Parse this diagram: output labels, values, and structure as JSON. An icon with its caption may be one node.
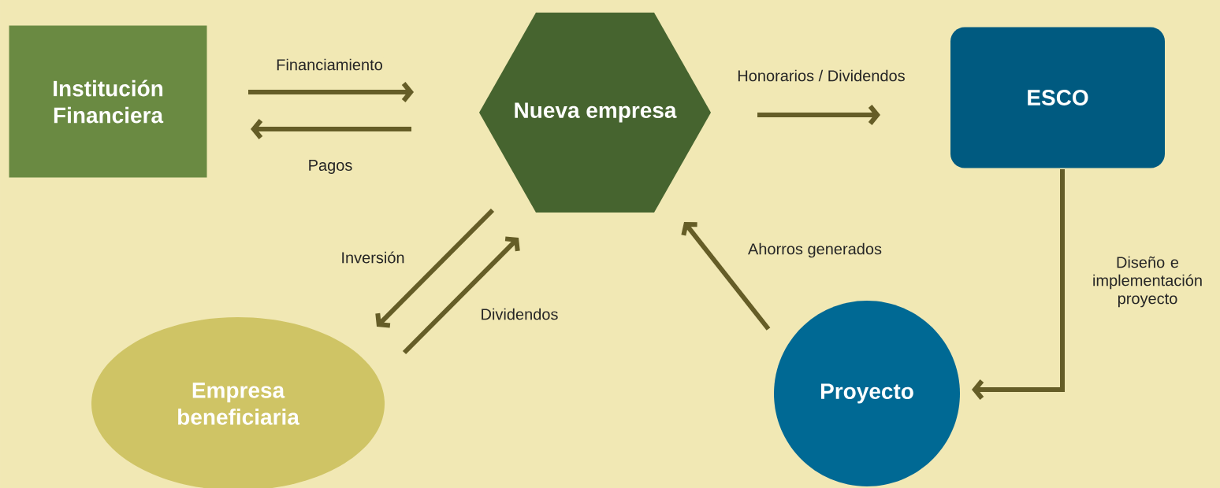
{
  "diagram": {
    "nodes": [
      {
        "text": [
          "Institución Financiera"
        ]
      },
      {
        "text": [
          "Nueva empresa"
        ]
      },
      {
        "text": [
          "ESCO"
        ]
      },
      {
        "text": [
          "Empresa beneficiaria"
        ]
      },
      {
        "text": [
          "Proyecto"
        ]
      }
    ],
    "edges": [
      {
        "from": 0,
        "to": 1,
        "arrow": "to",
        "label": "Financiamiento"
      },
      {
        "from": 1,
        "to": 0,
        "arrow": "to",
        "label": "Pagos"
      },
      {
        "from": 1,
        "to": 2,
        "arrow": "to",
        "label": "Honorarios / Dividendos"
      },
      {
        "from": 1,
        "to": 3,
        "arrow": "to",
        "label": "Inversión"
      },
      {
        "from": 3,
        "to": 1,
        "arrow": "to",
        "label": "Dividendos"
      },
      {
        "from": 2,
        "to": 4,
        "arrow": "to",
        "label": "Diseño e implementación proyecto"
      },
      {
        "from": 4,
        "to": 1,
        "arrow": "to",
        "label": "Ahorros generados"
      }
    ]
  }
}
